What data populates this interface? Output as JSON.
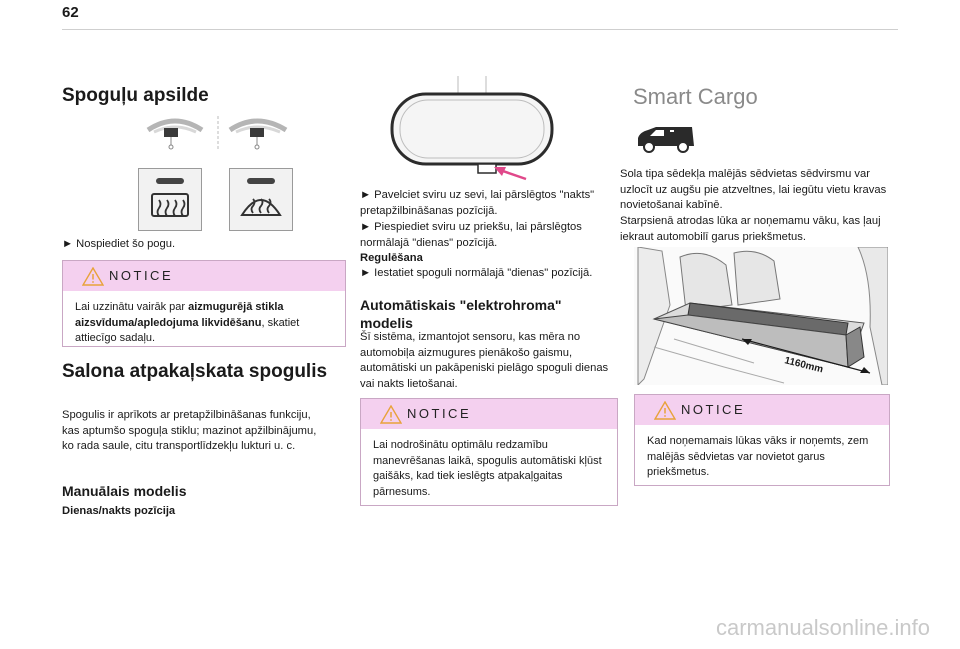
{
  "page_number": "62",
  "col1": {
    "title": "Spoguļu apsilde",
    "press_text": "► Nospiediet šo pogu.",
    "notice": {
      "label": "NOTICE",
      "before": "Lai uzzinātu vairāk par ",
      "bold": "aizmugurējā stikla aizsvīduma/apledojuma likvidēšanu",
      "after": ", skatiet attiecīgo sadaļu."
    },
    "section_title": "Salona atpakaļskata spogulis",
    "section_text": "Spogulis ir aprīkots ar pretapžilbināšanas funkciju, kas aptumšo spoguļa stiklu; mazinot apžilbinājumu, ko rada saule, citu transportlīdzekļu lukturi u. c.",
    "manual_title": "Manuālais modelis",
    "day_night_title": "Dienas/nakts pozīcija"
  },
  "col2": {
    "step1": "► Pavelciet sviru uz sevi, lai pārslēgtos \"nakts\" pretapžilbināšanas pozīcijā.",
    "step2": "► Piespiediet sviru uz priekšu, lai pārslēgtos normālajā \"dienas\" pozīcijā.",
    "adjust_title": "Regulēšana",
    "step3": "► Iestatiet spoguli normālajā \"dienas\" pozīcijā.",
    "auto_title": "Automātiskais \"elektrohroma\" modelis",
    "auto_text": "Šī sistēma, izmantojot sensoru, kas mēra no automobiļa aizmugures pienākošo gaismu, automātiski un pakāpeniski pielāgo spoguli dienas vai nakts lietošanai.",
    "notice": {
      "label": "NOTICE",
      "text": "Lai nodrošinātu optimālu redzamību manevrēšanas laikā, spogulis automātiski kļūst gaišāks, kad tiek ieslēgts atpakaļgaitas pārnesums."
    }
  },
  "col3": {
    "title": "Smart Cargo",
    "text1": "Sola tipa sēdekļa malējās sēdvietas sēdvirsmu var uzlocīt uz augšu pie atzveltnes, lai iegūtu vietu kravas novietošanai kabīnē.",
    "text2": "Starpsienā atrodas lūka ar noņemamu vāku, kas ļauj iekraut automobilī garus priekšmetus.",
    "dimension": "1160mm",
    "notice": {
      "label": "NOTICE",
      "text": "Kad noņemamais lūkas vāks ir noņemts, zem malējās sēdvietas var novietot garus priekšmetus."
    }
  },
  "watermark": "carmanualsonline.info",
  "colors": {
    "notice_bg": "#f4d0ef",
    "notice_border": "#c9a7c4",
    "accent_arrow": "#e0488a"
  }
}
